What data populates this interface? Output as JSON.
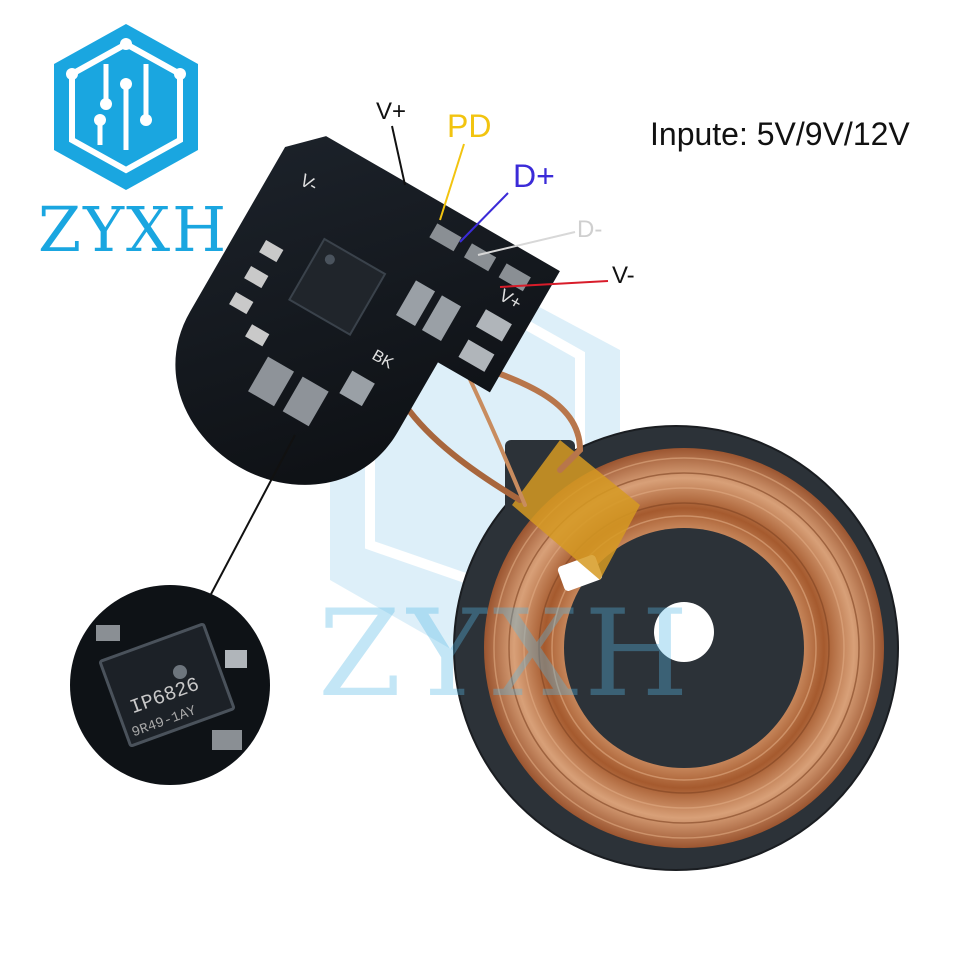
{
  "brand": {
    "logo_text": "ZYXH",
    "watermark_text": "ZYXH"
  },
  "callouts": {
    "v_plus": "V+",
    "pd": "PD",
    "d_plus": "D+",
    "d_minus": "D-",
    "v_minus": "V-"
  },
  "input_spec": "Inpute: 5V/9V/12V",
  "board_markings": {
    "chip_model": "IP6826",
    "chip_code": "9R49-1AY",
    "pin_vplus": "V+",
    "pin_vminus": "V-",
    "bk": "BK"
  },
  "colors": {
    "brand_blue": "#1aa6e0",
    "pd_line": "#f2c410",
    "dplus_line": "#3b2bd8",
    "dminus_line": "#d8d8d8",
    "vminus_line": "#d81c2a",
    "copper": "#b56a3c",
    "pcb": "#101418"
  },
  "icons": [
    "hexagon-circuit-logo-icon"
  ]
}
